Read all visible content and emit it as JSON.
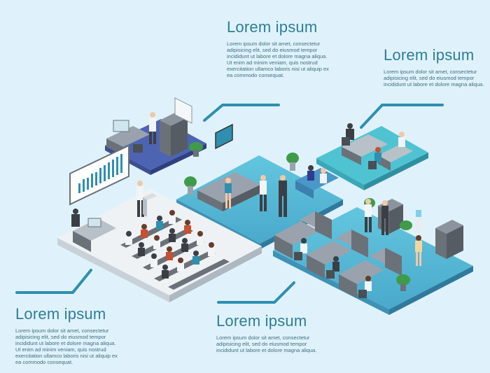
{
  "callouts": [
    {
      "title": "Lorem ipsum",
      "body": "Lorem ipsum dolor sit amet, consectetur adipisicing elit, sed do eiusmod tempor incididunt ut labore et dolore magna aliqua. Ut enim ad minim veniam, quis nostrud exercitation ullamco laboris nisi ut aliquip ex ea commodo consequat."
    },
    {
      "title": "Lorem ipsum",
      "body": "Lorem ipsum dolor sit amet, consectetur adipisicing elit, sed do eiusmod tempor incididunt ut labore et dolore magna aliqua."
    },
    {
      "title": "Lorem ipsum",
      "body": "Lorem ipsum dolor sit amet, consectetur adipisicing elit, sed do eiusmod tempor incididunt ut labore et dolore magna aliqua. Ut enim ad minim veniam, quis nostrud exercitation ullamco laboris nisi ut aliquip ex ea commodo consequat."
    },
    {
      "title": "Lorem ipsum",
      "body": "Lorem ipsum dolor sit amet, consectetur adipisicing elit, sed do eiusmod tempor incididunt ut labore et dolore magna aliqua."
    }
  ],
  "colors": {
    "background": "#dff2fb",
    "accent": "#2f8fb0",
    "floor_teal": "#4fc3d2",
    "floor_blue": "#56a9d4",
    "floor_white": "#eef2f4",
    "floor_navy": "#4d64b3",
    "furniture": "#6b7178",
    "suit": "#3b3f45"
  },
  "illustration": {
    "rooms": [
      "manager-office",
      "reception",
      "teal-office",
      "conference-room",
      "open-office"
    ]
  }
}
